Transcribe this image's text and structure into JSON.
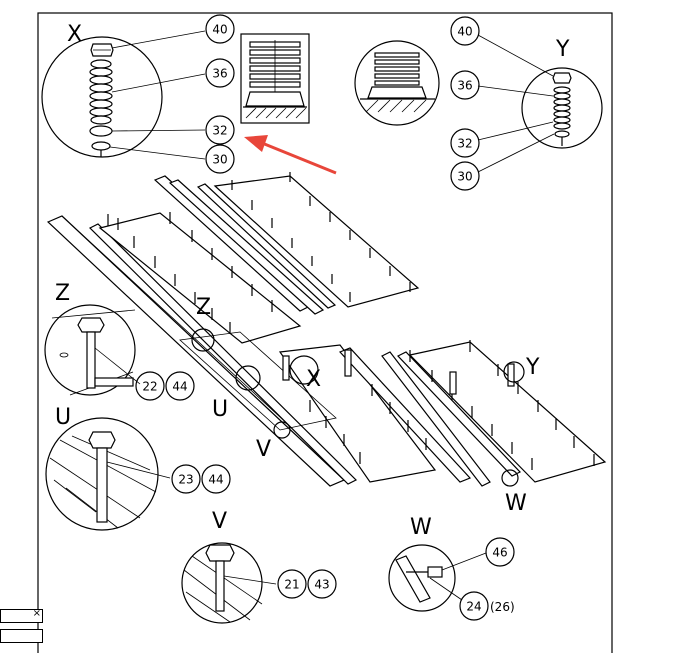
{
  "labels": {
    "x_top": "X",
    "y_top": "Y",
    "z_left": "Z",
    "u_left": "U",
    "v_bottom": "V",
    "w_bottom": "W",
    "z_assembly": "Z",
    "u_assembly": "U",
    "x_assembly": "X",
    "v_assembly": "V",
    "y_assembly": "Y",
    "w_assembly": "W"
  },
  "callouts": {
    "x_40": "40",
    "x_36": "36",
    "x_32": "32",
    "x_30": "30",
    "y_40": "40",
    "y_36": "36",
    "y_32": "32",
    "y_30": "30",
    "z_22": "22",
    "z_44": "44",
    "u_23": "23",
    "u_44": "44",
    "v_21": "21",
    "v_43": "43",
    "w_46": "46",
    "w_24": "24",
    "w_26": "(26)"
  },
  "colors": {
    "arrow": "#e8463a",
    "line": "#000000",
    "background": "#ffffff"
  },
  "icons": {
    "close": "×"
  }
}
